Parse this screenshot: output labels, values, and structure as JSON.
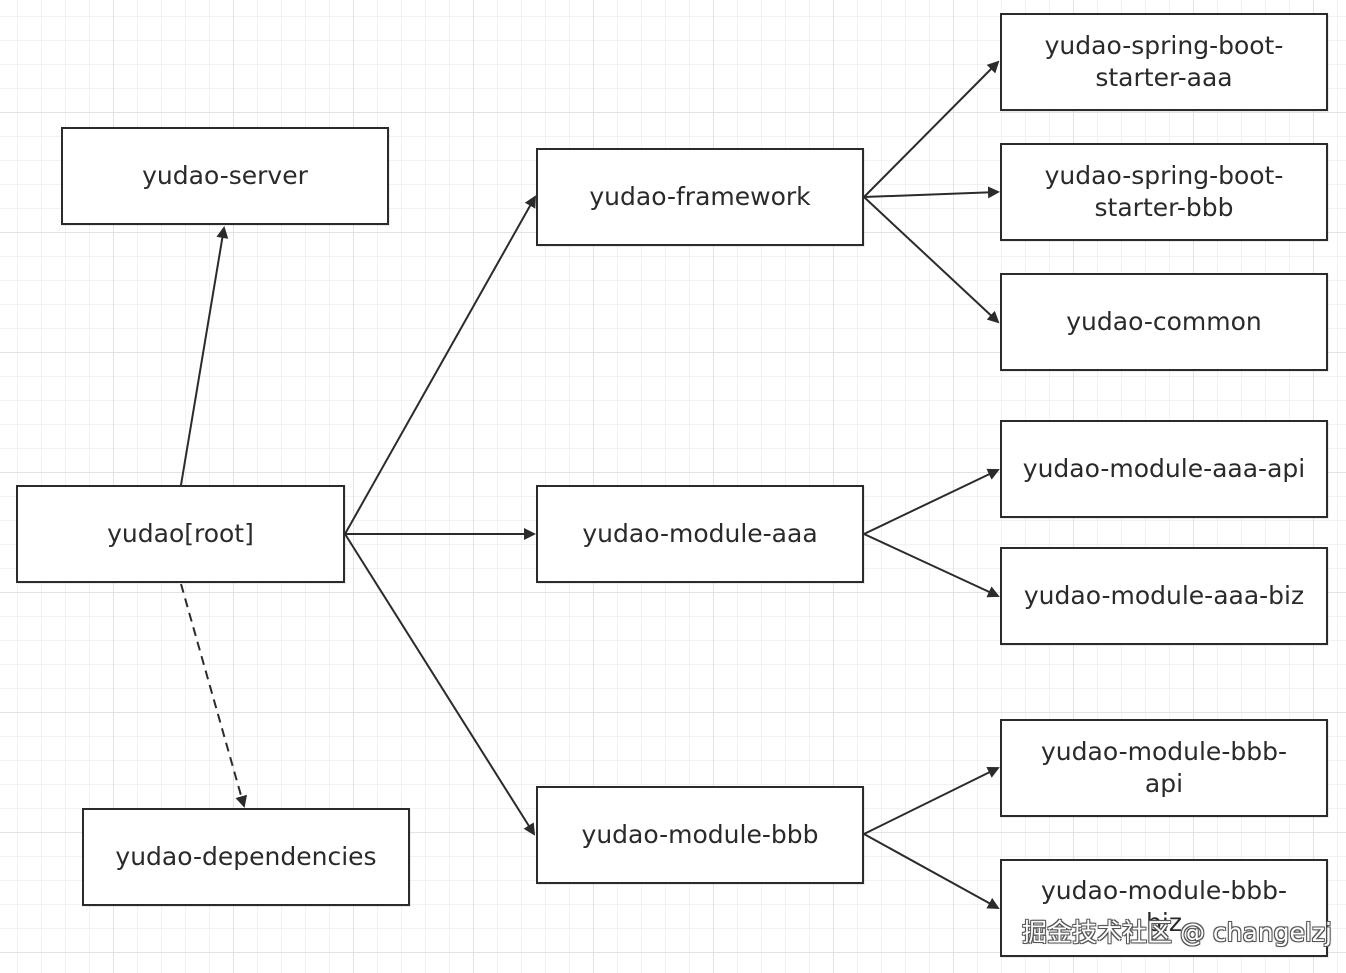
{
  "nodes": {
    "root": "yudao[root]",
    "server": "yudao-server",
    "dependencies": "yudao-dependencies",
    "framework": "yudao-framework",
    "module_aaa": "yudao-module-aaa",
    "module_bbb": "yudao-module-bbb",
    "starter_aaa": "yudao-spring-boot-starter-aaa",
    "starter_bbb": "yudao-spring-boot-starter-bbb",
    "common": "yudao-common",
    "module_aaa_api": "yudao-module-aaa-api",
    "module_aaa_biz": "yudao-module-aaa-biz",
    "module_bbb_api": "yudao-module-bbb-api",
    "module_bbb_biz": "yudao-module-bbb-biz"
  },
  "edges": [
    {
      "from": "root",
      "to": "server",
      "style": "solid"
    },
    {
      "from": "root",
      "to": "dependencies",
      "style": "dashed"
    },
    {
      "from": "root",
      "to": "framework",
      "style": "solid"
    },
    {
      "from": "root",
      "to": "module_aaa",
      "style": "solid"
    },
    {
      "from": "root",
      "to": "module_bbb",
      "style": "solid"
    },
    {
      "from": "framework",
      "to": "starter_aaa",
      "style": "solid"
    },
    {
      "from": "framework",
      "to": "starter_bbb",
      "style": "solid"
    },
    {
      "from": "framework",
      "to": "common",
      "style": "solid"
    },
    {
      "from": "module_aaa",
      "to": "module_aaa_api",
      "style": "solid"
    },
    {
      "from": "module_aaa",
      "to": "module_aaa_biz",
      "style": "solid"
    },
    {
      "from": "module_bbb",
      "to": "module_bbb_api",
      "style": "solid"
    },
    {
      "from": "module_bbb",
      "to": "module_bbb_biz",
      "style": "solid"
    }
  ],
  "watermark": "掘金技术社区 @ changelzj",
  "colors": {
    "line": "#2b2b2b",
    "box_border": "#2b2b2b",
    "text": "#2a2a2a",
    "grid": "#e3e3e3"
  }
}
